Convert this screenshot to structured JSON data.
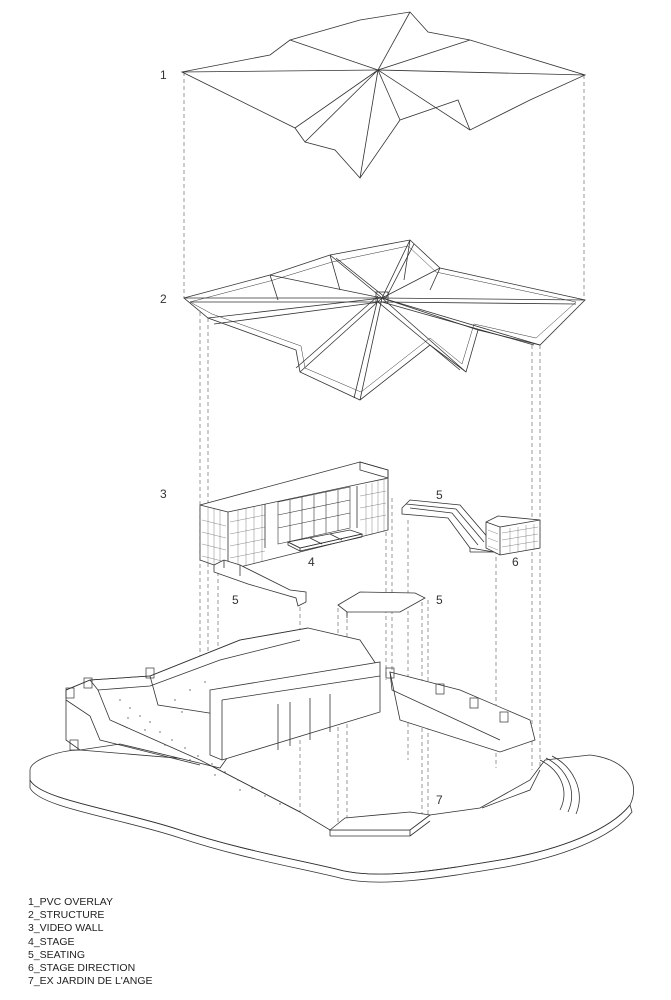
{
  "labels": {
    "pvc_overlay": "1",
    "structure": "2",
    "video_wall": "3",
    "stage": "4",
    "seating_right": "5",
    "seating_left": "5",
    "seating_center": "5",
    "stage_direction": "6",
    "garden": "7"
  },
  "legend": [
    "1_PVC OVERLAY",
    "2_STRUCTURE",
    "3_VIDEO WALL",
    "4_STAGE",
    "5_SEATING",
    "6_STAGE DIRECTION",
    "7_EX JARDIN DE L'ANGE"
  ]
}
